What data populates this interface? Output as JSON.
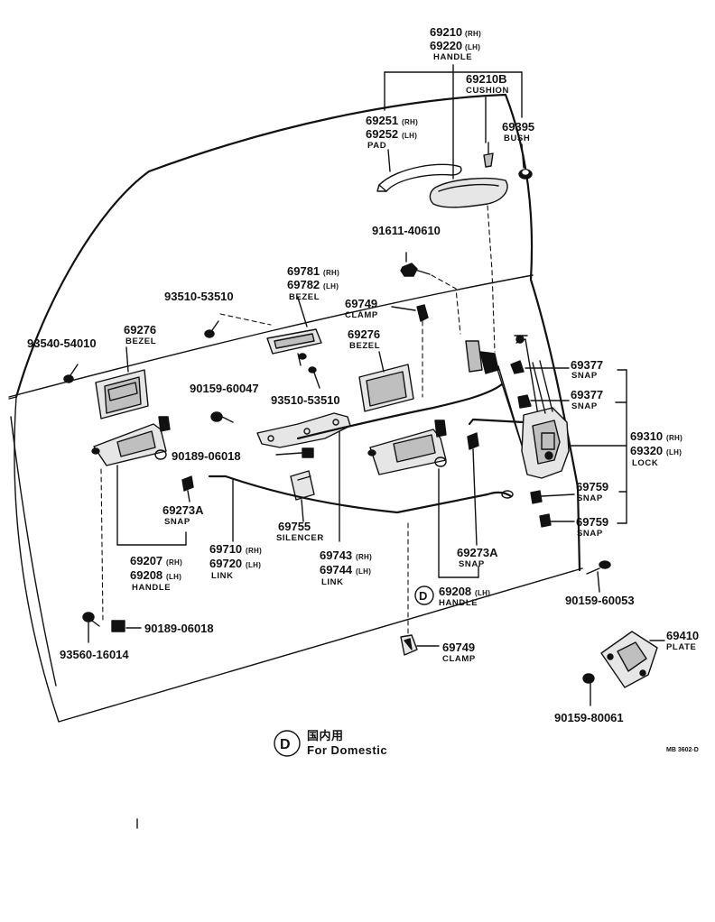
{
  "labels": {
    "handle_rh": {
      "num": "69210",
      "suffix": "(RH)"
    },
    "handle_lh": {
      "num": "69220",
      "suffix": "(LH)"
    },
    "handle_name": "HANDLE",
    "cushion_num": "69210B",
    "cushion_name": "CUSHION",
    "pad_rh": {
      "num": "69251",
      "suffix": "(RH)"
    },
    "pad_lh": {
      "num": "69252",
      "suffix": "(LH)"
    },
    "pad_name": "PAD",
    "bush_num": "69395",
    "bush_name": "BUSH",
    "bolt_91611": "91611-40610",
    "bezel_top_rh": {
      "num": "69781",
      "suffix": "(RH)"
    },
    "bezel_top_lh": {
      "num": "69782",
      "suffix": "(LH)"
    },
    "bezel_top_name": "BEZEL",
    "screw_93510_top": "93510-53510",
    "clamp_upper_num": "69749",
    "clamp_upper_name": "CLAMP",
    "screw_93540": "93540-54010",
    "bezel_left_num": "69276",
    "bezel_left_name": "BEZEL",
    "bezel_mid_num": "69276",
    "bezel_mid_name": "BEZEL",
    "snap_upper_num": "69377",
    "snap_upper_name": "SNAP",
    "snap_mid_num": "69377",
    "snap_mid_name": "SNAP",
    "screw_90159_60047": "90159-60047",
    "screw_93510_mid": "93510-53510",
    "lock_rh": {
      "num": "69310",
      "suffix": "(RH)"
    },
    "lock_lh": {
      "num": "69320",
      "suffix": "(LH)"
    },
    "lock_name": "LOCK",
    "nut_90189_upper": "90189-06018",
    "snap_lock1_num": "69759",
    "snap_lock1_name": "SNAP",
    "snap_lock2_num": "69759",
    "snap_lock2_name": "SNAP",
    "snap_left_num": "69273A",
    "snap_left_name": "SNAP",
    "silencer_num": "69755",
    "silencer_name": "SILENCER",
    "link_left_rh": {
      "num": "69710",
      "suffix": "(RH)"
    },
    "link_left_lh": {
      "num": "69720",
      "suffix": "(LH)"
    },
    "link_left_name": "LINK",
    "link_mid_rh": {
      "num": "69743",
      "suffix": "(RH)"
    },
    "link_mid_lh": {
      "num": "69744",
      "suffix": "(LH)"
    },
    "link_mid_name": "LINK",
    "snap_right_num": "69273A",
    "snap_right_name": "SNAP",
    "inner_handle_rh": {
      "num": "69207",
      "suffix": "(RH)"
    },
    "inner_handle_lh": {
      "num": "69208",
      "suffix": "(LH)"
    },
    "inner_handle_name": "HANDLE",
    "domestic_handle_mark": "D",
    "domestic_handle_lh": {
      "num": "69208",
      "suffix": "(LH)"
    },
    "domestic_handle_name": "HANDLE",
    "screw_90159_60053": "90159-60053",
    "nut_90189_lower": "90189-06018",
    "screw_93560": "93560-16014",
    "clamp_lower_num": "69749",
    "clamp_lower_name": "CLAMP",
    "plate_num": "69410",
    "plate_name": "PLATE",
    "screw_90159_80061": "90159-80061"
  },
  "legend": {
    "mark": "D",
    "japanese": "国内用",
    "english": "For Domestic"
  },
  "figure_code": "MB 3602-D"
}
